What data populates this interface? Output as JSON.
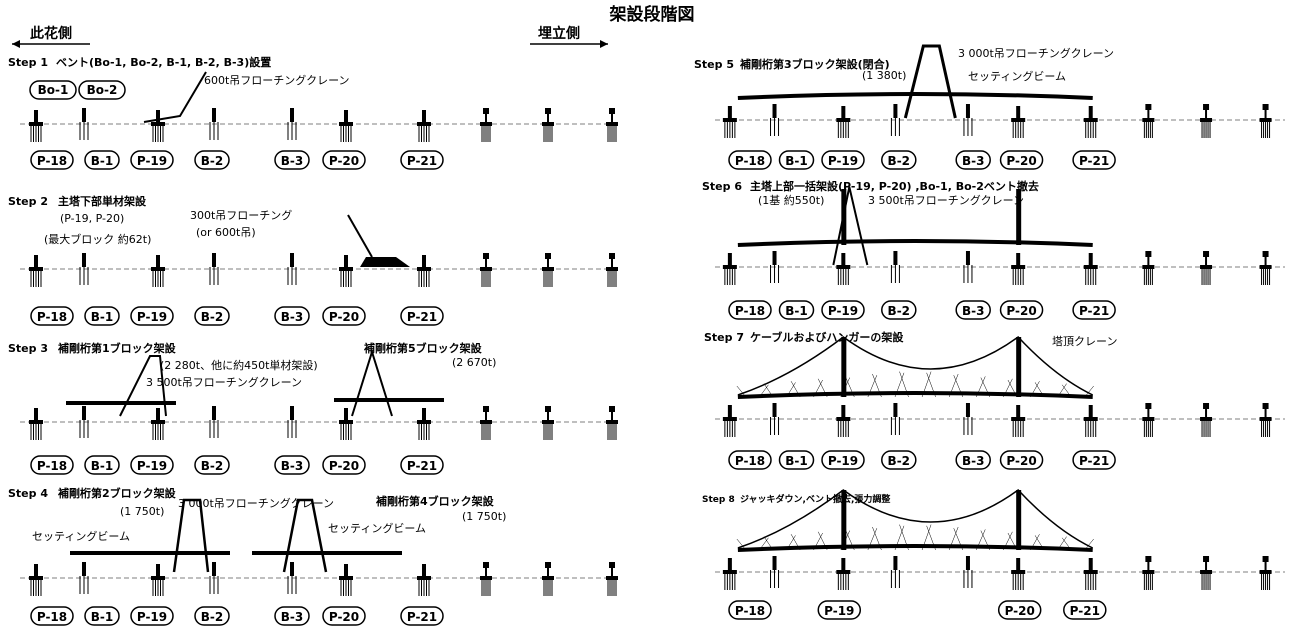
{
  "title": "架設段階図",
  "left_side": "此花側",
  "right_side": "埋立側",
  "steps": [
    {
      "label": "Step 1",
      "desc": "ベント(Bo-1, Bo-2, B-1, B-2, B-3)設置",
      "notes": [
        "600t吊フローチングクレーン"
      ],
      "top_labels": [
        "Bo-1",
        "Bo-2"
      ],
      "piers": [
        "P-18",
        "B-1",
        "P-19",
        "B-2",
        "B-3",
        "P-20",
        "P-21"
      ]
    },
    {
      "label": "Step 2",
      "desc": "主塔下部単材架設",
      "notes": [
        "(P-19, P-20)",
        "(最大ブロック 約62t)",
        "300t吊フローチング",
        "(or 600t吊)"
      ],
      "piers": [
        "P-18",
        "B-1",
        "P-19",
        "B-2",
        "B-3",
        "P-20",
        "P-21"
      ]
    },
    {
      "label": "Step 3",
      "desc": "補剛桁第1ブロック架設",
      "notes": [
        "(2 280t、他に約450t単材架設)",
        "3 500t吊フローチングクレーン",
        "補剛桁第5ブロック架設",
        "(2 670t)"
      ],
      "piers": [
        "P-18",
        "B-1",
        "P-19",
        "B-2",
        "B-3",
        "P-20",
        "P-21"
      ]
    },
    {
      "label": "Step 4",
      "desc": "補剛桁第2ブロック架設",
      "notes": [
        "(1 750t)",
        "3 000t吊フローチングクレーン",
        "補剛桁第4ブロック架設",
        "(1 750t)",
        "セッティングビーム",
        "セッティングビーム"
      ],
      "piers": [
        "P-18",
        "B-1",
        "P-19",
        "B-2",
        "B-3",
        "P-20",
        "P-21"
      ]
    },
    {
      "label": "Step 5",
      "desc": "補剛桁第3ブロック架設(閉合)",
      "notes": [
        "(1 380t)",
        "3 000t吊フローチングクレーン",
        "セッティングビーム"
      ],
      "piers": [
        "P-18",
        "B-1",
        "P-19",
        "B-2",
        "B-3",
        "P-20",
        "P-21"
      ]
    },
    {
      "label": "Step 6",
      "desc": "主塔上部一括架設(P-19, P-20) ,Bo-1, Bo-2ベント撤去",
      "notes": [
        "(1基 約550t)",
        "3 500t吊フローチングクレーン"
      ],
      "piers": [
        "P-18",
        "B-1",
        "P-19",
        "B-2",
        "B-3",
        "P-20",
        "P-21"
      ]
    },
    {
      "label": "Step 7",
      "desc": "ケーブルおよびハンガーの架設",
      "notes": [
        "塔頂クレーン"
      ],
      "piers": [
        "P-18",
        "B-1",
        "P-19",
        "B-2",
        "B-3",
        "P-20",
        "P-21"
      ]
    },
    {
      "label": "Step 8",
      "desc": "ジャッキダウン,ベント撤去,張力調整",
      "notes": [],
      "piers": [
        "P-18",
        "P-19",
        "P-20",
        "P-21"
      ]
    }
  ]
}
